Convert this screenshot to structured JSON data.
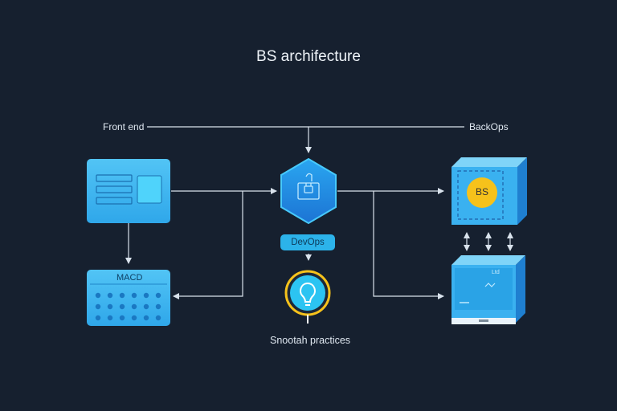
{
  "title": "BS archifecture",
  "labels": {
    "frontend": "Front end",
    "backops": "BackOps",
    "devops": "DevOps",
    "practices": "Snootah practices",
    "macd": "MACD",
    "bs_badge": "BS",
    "server_tag": "Ltd"
  },
  "colors": {
    "background": "#16202f",
    "box_blue": "#3db6f0",
    "hex_blue": "#2390e0",
    "accent_cyan": "#2cb3ea",
    "badge_yellow": "#f6c21b",
    "line": "#d9e2ec"
  },
  "icons": {
    "hex_node": "lock-screen-icon",
    "bulb_node": "lightbulb-icon"
  }
}
